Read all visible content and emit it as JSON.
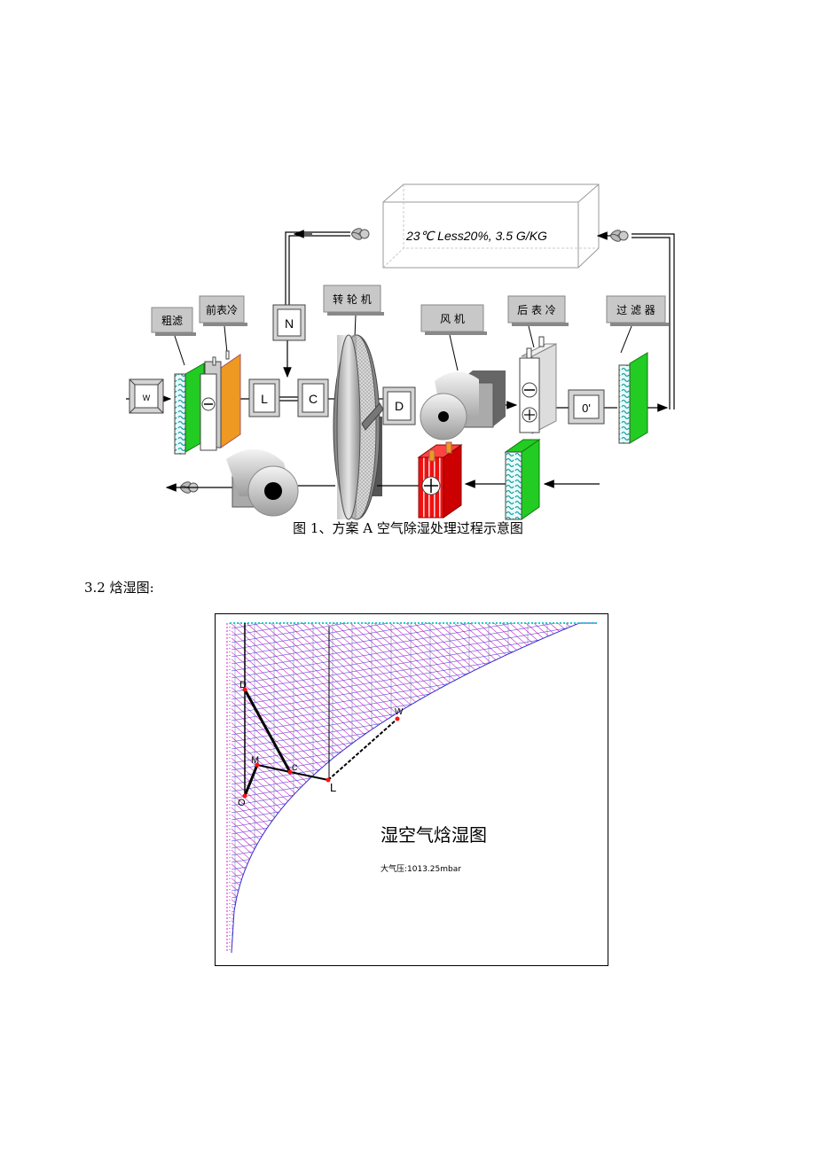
{
  "diagram": {
    "room_text": "23℃ Less20%, 3.5 G/KG",
    "labels": {
      "coarse_filter": "粗滤",
      "pre_cooler": "前表冷",
      "wheel": "转 轮 机",
      "fan": "风   机",
      "post_cooler": "后 表 冷",
      "filter": "过 滤 器"
    },
    "boxes": {
      "w": "W",
      "n": "N",
      "l": "L",
      "c": "C",
      "d": "D",
      "o": "0'"
    }
  },
  "caption": "图 1、方案 A 空气除湿处理过程示意图",
  "section_heading": "3.2 焓湿图:",
  "chart": {
    "title": "湿空气焓湿图",
    "subtitle": "大气压:1013.25mbar",
    "points": {
      "o": "O",
      "m": "M",
      "c": "C",
      "l": "L",
      "w": "W",
      "d": "D"
    }
  },
  "colors": {
    "green": "#22cc22",
    "orange": "#ee9922",
    "red": "#ee1111",
    "gray": "#c8c8c8",
    "grid_magenta": "#d020d0",
    "grid_blue": "#3030d0"
  }
}
